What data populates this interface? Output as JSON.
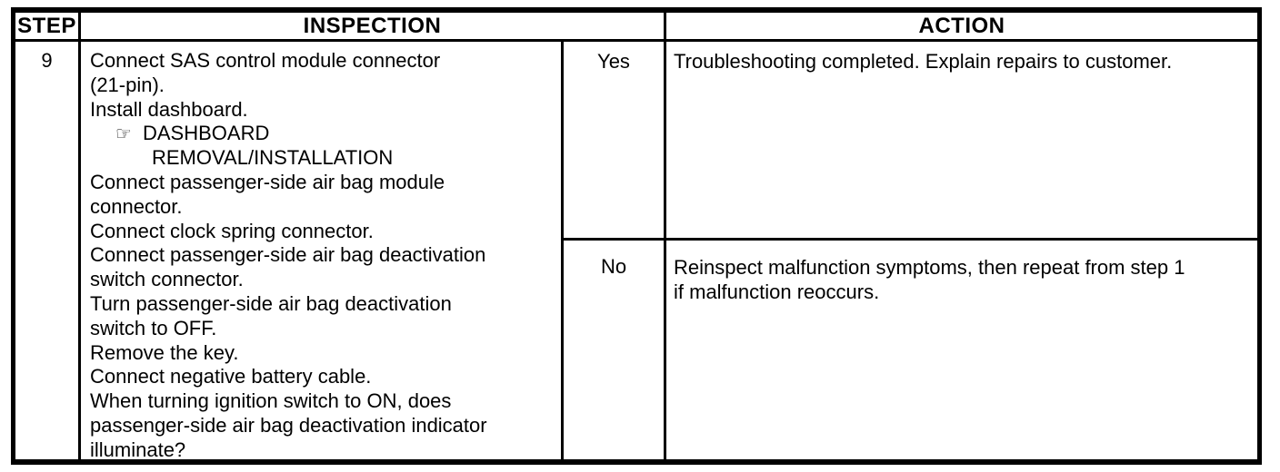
{
  "colors": {
    "border_and_text": "#000000",
    "background": "#ffffff"
  },
  "icons": {
    "pointing_hand": "☞"
  },
  "table": {
    "headers": {
      "step": "STEP",
      "inspection": "INSPECTION",
      "action": "ACTION"
    },
    "row": {
      "step": "9",
      "inspection_lines": [
        {
          "text": "Connect SAS control module connector"
        },
        {
          "text": "(21-pin)."
        },
        {
          "text": "Install dashboard."
        },
        {
          "text": "DASHBOARD"
        },
        {
          "text": "REMOVAL/INSTALLATION"
        },
        {
          "text": "Connect passenger-side air bag module"
        },
        {
          "text": "connector."
        },
        {
          "text": "Connect clock spring connector."
        },
        {
          "text": "Connect passenger-side air bag deactivation"
        },
        {
          "text": "switch connector."
        },
        {
          "text": "Turn passenger-side air bag deactivation"
        },
        {
          "text": "switch to OFF."
        },
        {
          "text": "Remove the key."
        },
        {
          "text": "Connect negative battery cable."
        },
        {
          "text": "When turning ignition switch to ON, does"
        },
        {
          "text": "passenger-side air bag deactivation indicator"
        },
        {
          "text": "illuminate?"
        }
      ],
      "outcomes": [
        {
          "label": "Yes",
          "action_lines": [
            "Troubleshooting completed. Explain repairs to customer."
          ]
        },
        {
          "label": "No",
          "action_lines": [
            "Reinspect malfunction symptoms, then repeat from step 1",
            "if malfunction reoccurs."
          ]
        }
      ]
    }
  }
}
